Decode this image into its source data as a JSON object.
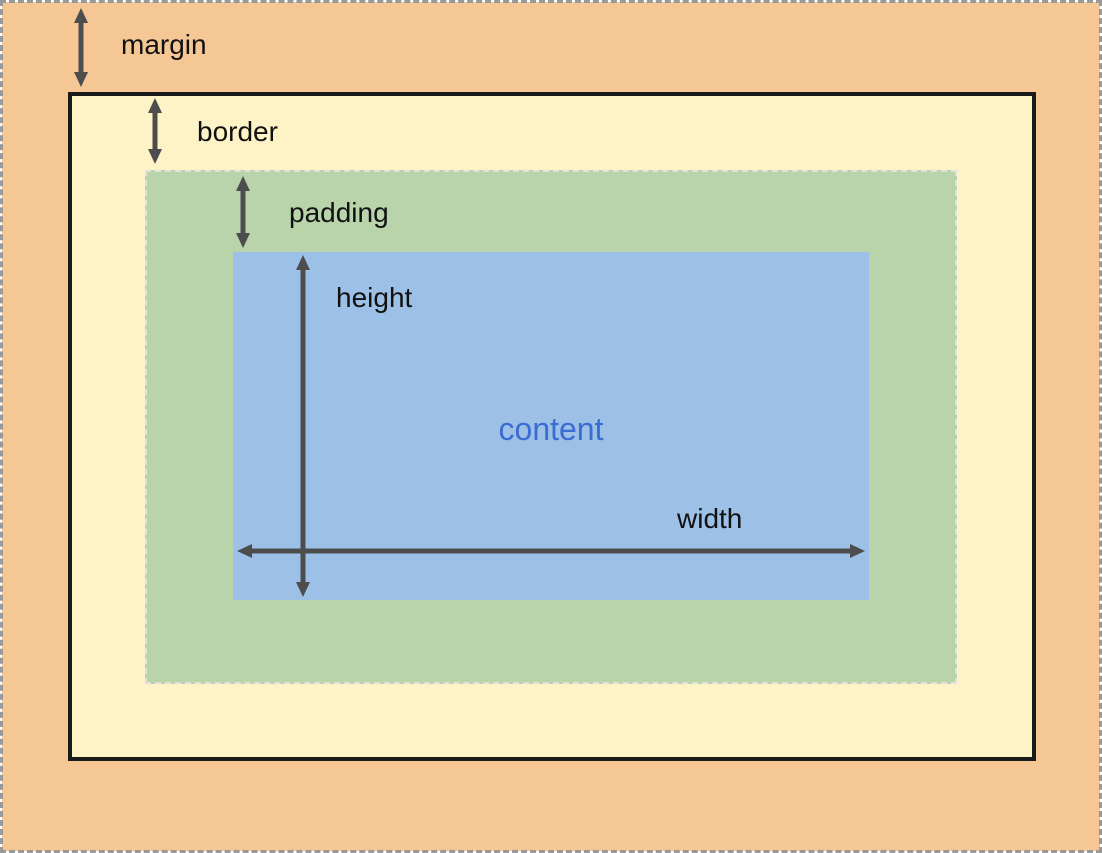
{
  "diagram": {
    "title": "css-box-model",
    "labels": {
      "margin": "margin",
      "border": "border",
      "padding": "padding",
      "height": "height",
      "width": "width",
      "content": "content"
    },
    "colors": {
      "margin_bg": "#F5C795",
      "border_bg": "#FDF3C7",
      "padding_bg": "#B9D4AB",
      "content_bg": "#9DC1E6",
      "box_border": "#1A1A1A",
      "outer_dash": "#999999",
      "padding_dash": "#E2E2DA",
      "arrow": "#4D4D4D",
      "content_text": "#3A6CD1"
    }
  }
}
